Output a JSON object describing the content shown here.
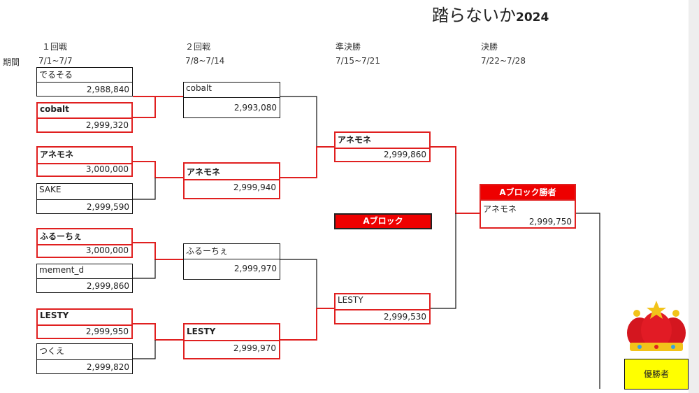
{
  "title": {
    "main": "踏らないか",
    "year": "2024"
  },
  "rounds": [
    {
      "name": "１回戦",
      "period": "7/1~7/7"
    },
    {
      "name": "２回戦",
      "period": "7/8~7/14"
    },
    {
      "name": "準決勝",
      "period": "7/15~7/21"
    },
    {
      "name": "決勝",
      "period": "7/22~7/28"
    }
  ],
  "period_label": "期間",
  "round1": [
    {
      "name": "でるそる",
      "score": "2,988,840",
      "winner": false
    },
    {
      "name": "cobalt",
      "score": "2,999,320",
      "winner": true
    },
    {
      "name": "アネモネ",
      "score": "3,000,000",
      "winner": true
    },
    {
      "name": "SAKE",
      "score": "2,999,590",
      "winner": false
    },
    {
      "name": "ふるーちぇ",
      "score": "3,000,000",
      "winner": true
    },
    {
      "name": "mement_d",
      "score": "2,999,860",
      "winner": false
    },
    {
      "name": "LESTY",
      "score": "2,999,950",
      "winner": true
    },
    {
      "name": "つくえ",
      "score": "2,999,820",
      "winner": false
    }
  ],
  "round2": [
    {
      "name": "cobalt",
      "score": "2,993,080",
      "winner": false
    },
    {
      "name": "アネモネ",
      "score": "2,999,940",
      "winner": true
    },
    {
      "name": "ふるーちぇ",
      "score": "2,999,970",
      "winner": false
    },
    {
      "name": "LESTY",
      "score": "2,999,970",
      "winner": true
    }
  ],
  "semis": [
    {
      "name": "アネモネ",
      "score": "2,999,860",
      "winner": true
    },
    {
      "name": "LESTY",
      "score": "2,999,530",
      "winner": false
    }
  ],
  "block_label": "Aブロック",
  "block_winner": {
    "header": "Aブロック勝者",
    "name": "アネモネ",
    "score": "2,999,750"
  },
  "champion_label": "優勝者",
  "colors": {
    "accent": "#ee0000",
    "winner_border": "#e02020",
    "champion_bg": "#ffff00"
  },
  "icons": {
    "crown": "crown-icon"
  }
}
